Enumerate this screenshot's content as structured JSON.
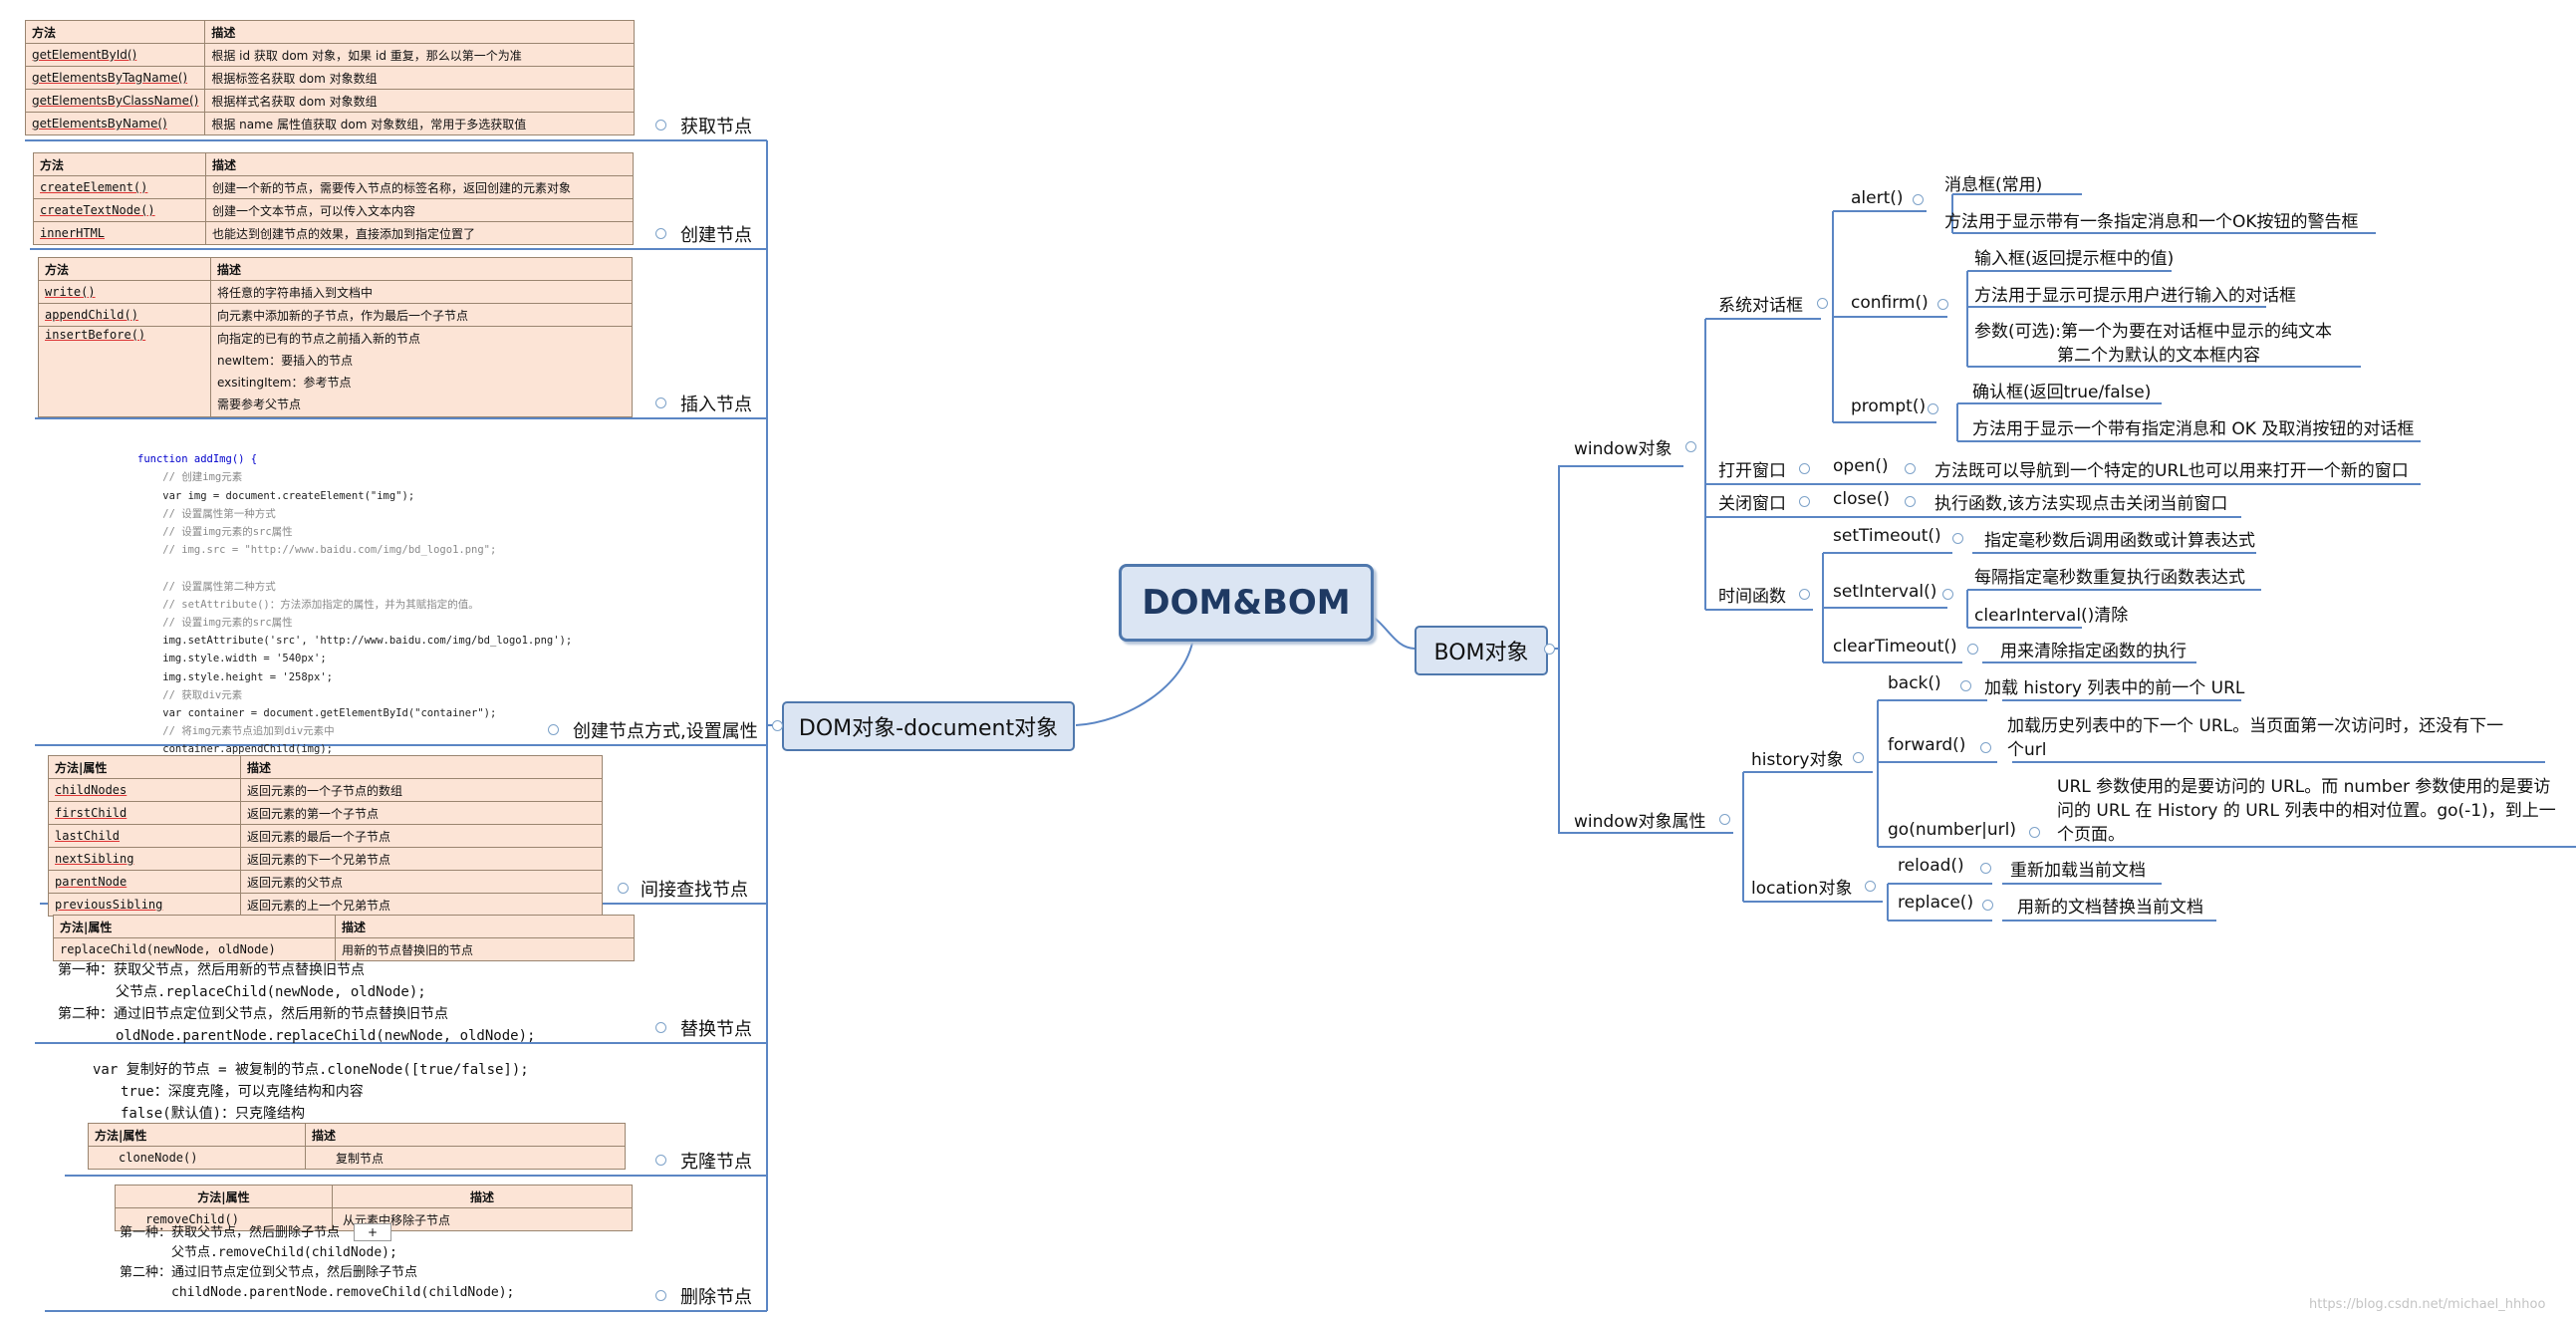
{
  "root": "DOM&BOM",
  "dom_branch": "DOM对象-document对象",
  "bom_branch": "BOM对象",
  "dom_sections": {
    "get_nodes": "获取节点",
    "create_nodes": "创建节点",
    "insert_nodes": "插入节点",
    "create_set_attr": "创建节点方式,设置属性",
    "indirect_find": "间接查找节点",
    "replace_nodes": "替换节点",
    "clone_nodes": "克隆节点",
    "delete_nodes": "删除节点"
  },
  "table_get": {
    "headers": [
      "方法",
      "描述"
    ],
    "rows": [
      [
        "getElementById()",
        "根据 id 获取 dom 对象，如果 id 重复，那么以第一个为准"
      ],
      [
        "getElementsByTagName()",
        "根据标签名获取 dom 对象数组"
      ],
      [
        "getElementsByClassName()",
        "根据样式名获取 dom 对象数组"
      ],
      [
        "getElementsByName()",
        "根据 name 属性值获取 dom 对象数组，常用于多选获取值"
      ]
    ]
  },
  "table_create": {
    "headers": [
      "方法",
      "描述"
    ],
    "rows": [
      [
        "createElement()",
        "创建一个新的节点，需要传入节点的标签名称，返回创建的元素对象"
      ],
      [
        "createTextNode()",
        "创建一个文本节点，可以传入文本内容"
      ],
      [
        "innerHTML",
        "也能达到创建节点的效果，直接添加到指定位置了"
      ]
    ]
  },
  "table_insert": {
    "headers": [
      "方法",
      "描述"
    ],
    "rows": [
      [
        "write()",
        "将任意的字符串插入到文档中"
      ],
      [
        "appendChild()",
        "向元素中添加新的子节点，作为最后一个子节点"
      ]
    ],
    "insert_before": {
      "name": "insertBefore()",
      "lines": [
        "向指定的已有的节点之前插入新的节点",
        "newItem：要插入的节点",
        "exsitingItem：参考节点",
        "需要参考父节点"
      ]
    }
  },
  "code_lines": [
    "function addImg() {",
    "    // 创建img元素",
    "    var img = document.createElement(\"img\");",
    "    // 设置属性第一种方式",
    "    // 设置img元素的src属性",
    "    // img.src = \"http://www.baidu.com/img/bd_logo1.png\";",
    "",
    "    // 设置属性第二种方式",
    "    // setAttribute()：方法添加指定的属性，并为其赋指定的值。",
    "    // 设置img元素的src属性",
    "    img.setAttribute('src', 'http://www.baidu.com/img/bd_logo1.png');",
    "    img.style.width = '540px';",
    "    img.style.height = '258px';",
    "    // 获取div元素",
    "    var container = document.getElementById(\"container\");",
    "    // 将img元素节点追加到div元素中",
    "    container.appendChild(img);",
    "}"
  ],
  "table_indirect": {
    "headers": [
      "方法|属性",
      "描述"
    ],
    "rows": [
      [
        "childNodes",
        "返回元素的一个子节点的数组"
      ],
      [
        "firstChild",
        "返回元素的第一个子节点"
      ],
      [
        "lastChild",
        "返回元素的最后一个子节点"
      ],
      [
        "nextSibling",
        "返回元素的下一个兄弟节点"
      ],
      [
        "parentNode",
        "返回元素的父节点"
      ],
      [
        "previousSibling",
        "返回元素的上一个兄弟节点"
      ]
    ]
  },
  "table_replace": {
    "headers": [
      "方法|属性",
      "描述"
    ],
    "rows": [
      [
        "replaceChild(newNode, oldNode)",
        "用新的节点替换旧的节点"
      ]
    ]
  },
  "replace_text": {
    "l1": "第一种：获取父节点，然后用新的节点替换旧节点",
    "l2": "父节点.replaceChild(newNode, oldNode);",
    "l3": "第二种：通过旧节点定位到父节点，然后用新的节点替换旧节点",
    "l4": "oldNode.parentNode.replaceChild(newNode, oldNode);"
  },
  "clone_text": {
    "l1": "var 复制好的节点 = 被复制的节点.cloneNode([true/false]);",
    "l2": "true：深度克隆，可以克隆结构和内容",
    "l3": "false(默认值)：只克隆结构"
  },
  "table_clone": {
    "headers": [
      "方法|属性",
      "描述"
    ],
    "rows": [
      [
        "cloneNode()",
        "复制节点"
      ]
    ]
  },
  "table_delete": {
    "headers": [
      "方法|属性",
      "描述"
    ],
    "rows": [
      [
        "removeChild()",
        "从元素中移除子节点"
      ]
    ]
  },
  "delete_text": {
    "l1": "第一种：获取父节点，然后删除子节点",
    "l2": "父节点.removeChild(childNode);",
    "l3": "第二种：通过旧节点定位到父节点，然后删除子节点",
    "l4": "childNode.parentNode.removeChild(childNode);",
    "plus": "+"
  },
  "bom": {
    "window_obj": "window对象",
    "system_dialog": "系统对话框",
    "alert": "alert()",
    "alert_1": "消息框(常用)",
    "alert_2": "方法用于显示带有一条指定消息和一个OK按钮的警告框",
    "confirm": "confirm()",
    "confirm_1": "输入框(返回提示框中的值)",
    "confirm_2": "方法用于显示可提示用户进行输入的对话框",
    "confirm_3": "参数(可选):第一个为要在对话框中显示的纯文本",
    "confirm_3b": "第二个为默认的文本框内容",
    "prompt": "prompt()",
    "prompt_1": "确认框(返回true/false)",
    "prompt_2": "方法用于显示一个带有指定消息和 OK 及取消按钮的对话框",
    "open_window": "打开窗口",
    "open": "open()",
    "open_1": "方法既可以导航到一个特定的URL也可以用来打开一个新的窗口",
    "close_window": "关闭窗口",
    "close": "close()",
    "close_1": "执行函数,该方法实现点击关闭当前窗口",
    "time_func": "时间函数",
    "setTimeout": "setTimeout()",
    "setTimeout_1": "指定毫秒数后调用函数或计算表达式",
    "setInterval": "setInterval()",
    "setInterval_1": "每隔指定毫秒数重复执行函数表达式",
    "setInterval_2": "clearInterval()清除",
    "clearTimeout": "clearTimeout()",
    "clearTimeout_1": "用来清除指定函数的执行",
    "window_props": "window对象属性",
    "history": "history对象",
    "back": "back()",
    "back_1": "加载 history 列表中的前一个 URL",
    "forward": "forward()",
    "forward_1": "加载历史列表中的下一个 URL。当页面第一次访问时，还没有下一",
    "forward_1b": "个url",
    "go": "go(number|url)",
    "go_1": "URL 参数使用的是要访问的 URL。而 number 参数使用的是要访",
    "go_1b": "问的 URL 在 History 的 URL 列表中的相对位置。go(-1)，到上一",
    "go_1c": "个页面。",
    "location": "location对象",
    "reload": "reload()",
    "reload_1": "重新加载当前文档",
    "replace": "replace()",
    "replace_1": "用新的文档替换当前文档"
  },
  "watermark": "https://blog.csdn.net/michael_hhhoo",
  "colors": {
    "line": "#5b86c4",
    "root_fill": "#dbe5f3",
    "table_fill": "#fce4d6"
  }
}
